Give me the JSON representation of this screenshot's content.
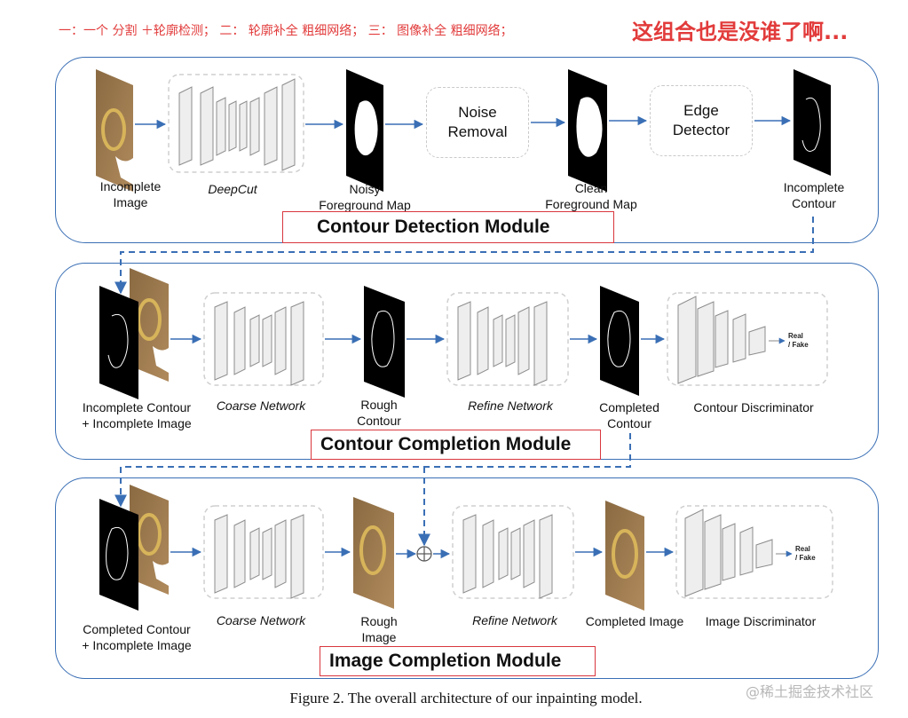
{
  "annotations": {
    "left_note": "一：一个 分割 ＋轮廓检测；    二： 轮廓补全 粗细网络； 三： 图像补全 粗细网络；",
    "right_note": "这组合也是没谁了啊..."
  },
  "modules": {
    "detection": {
      "title": "Contour Detection Module",
      "labels": {
        "incomplete_image": "Incomplete\nImage",
        "deepcut": "DeepCut",
        "noisy_map": "Noisy\nForeground Map",
        "noise_removal": "Noise\nRemoval",
        "clean_map": "Clean\nForeground Map",
        "edge_detector": "Edge\nDetector",
        "incomplete_contour": "Incomplete\nContour"
      }
    },
    "contour_completion": {
      "title": "Contour Completion Module",
      "labels": {
        "input": "Incomplete Contour\n+ Incomplete Image",
        "coarse": "Coarse Network",
        "rough_contour": "Rough\nContour",
        "refine": "Refine Network",
        "completed_contour": "Completed\nContour",
        "discriminator": "Contour Discriminator",
        "real_fake": "Real\n/ Fake"
      }
    },
    "image_completion": {
      "title": "Image Completion Module",
      "labels": {
        "input": "Completed Contour\n+ Incomplete Image",
        "coarse": "Coarse Network",
        "rough_image": "Rough\nImage",
        "refine": "Refine Network",
        "completed_image": "Completed Image",
        "discriminator": "Image Discriminator",
        "real_fake": "Real\n/ Fake"
      }
    }
  },
  "caption": "Figure 2. The overall architecture of our inpainting model.",
  "watermark": "@稀土掘金技术社区",
  "colors": {
    "module_border": "#3a6fb5",
    "title_border": "#d9363e",
    "arrow": "#3a6fb5",
    "note": "#e23b3b"
  }
}
